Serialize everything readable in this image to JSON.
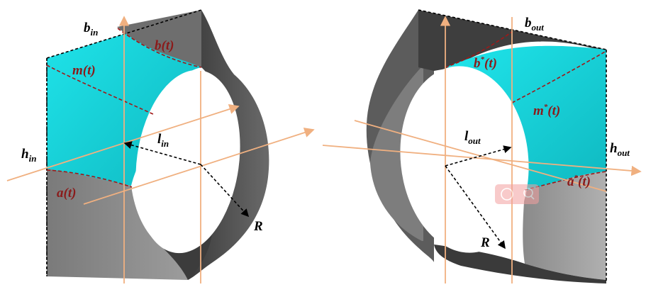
{
  "colors": {
    "surface_gray": "#5a5a5a",
    "surface_light": "#9a9a9a",
    "cyan": "#12d2d8",
    "axis_orange": "#f0b080",
    "curve_red": "#a01818"
  },
  "left": {
    "b_label": {
      "main": "b",
      "sub": "in"
    },
    "h_label": {
      "main": "h",
      "sub": "in"
    },
    "l_label": {
      "main": "l",
      "sub": "in"
    },
    "R_label": "R",
    "b_curve": "b(t)",
    "m_curve": "m(t)",
    "a_curve": "a(t)"
  },
  "right": {
    "b_label": {
      "main": "b",
      "sub": "out"
    },
    "h_label": {
      "main": "h",
      "sub": "out"
    },
    "l_label": {
      "main": "l",
      "sub": "out"
    },
    "R_label": "R",
    "b_curve": {
      "main": "b",
      "sup": "*",
      "arg": "(t)"
    },
    "m_curve": {
      "main": "m",
      "sup": "*",
      "arg": "(t)"
    },
    "a_curve": {
      "main": "a",
      "sup": "*",
      "arg": "(t)"
    }
  }
}
